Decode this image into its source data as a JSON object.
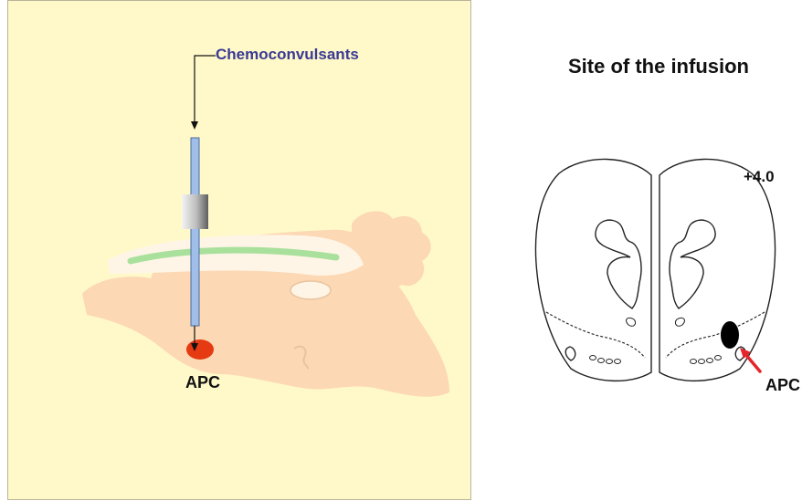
{
  "left_panel": {
    "chemical_label": "Chemoconvulsants",
    "region_label": "APC"
  },
  "right_panel": {
    "title": "Site of the infusion",
    "coordinate_label": "+4.0",
    "region_label": "APC"
  },
  "colors": {
    "panel_background": "#fff9c9",
    "cannula": "#9fbfea",
    "brain": "#fcd8b5",
    "apc_highlight": "#e53a12",
    "label_text": "#3a3a96",
    "arrow_red": "#e4252a"
  }
}
